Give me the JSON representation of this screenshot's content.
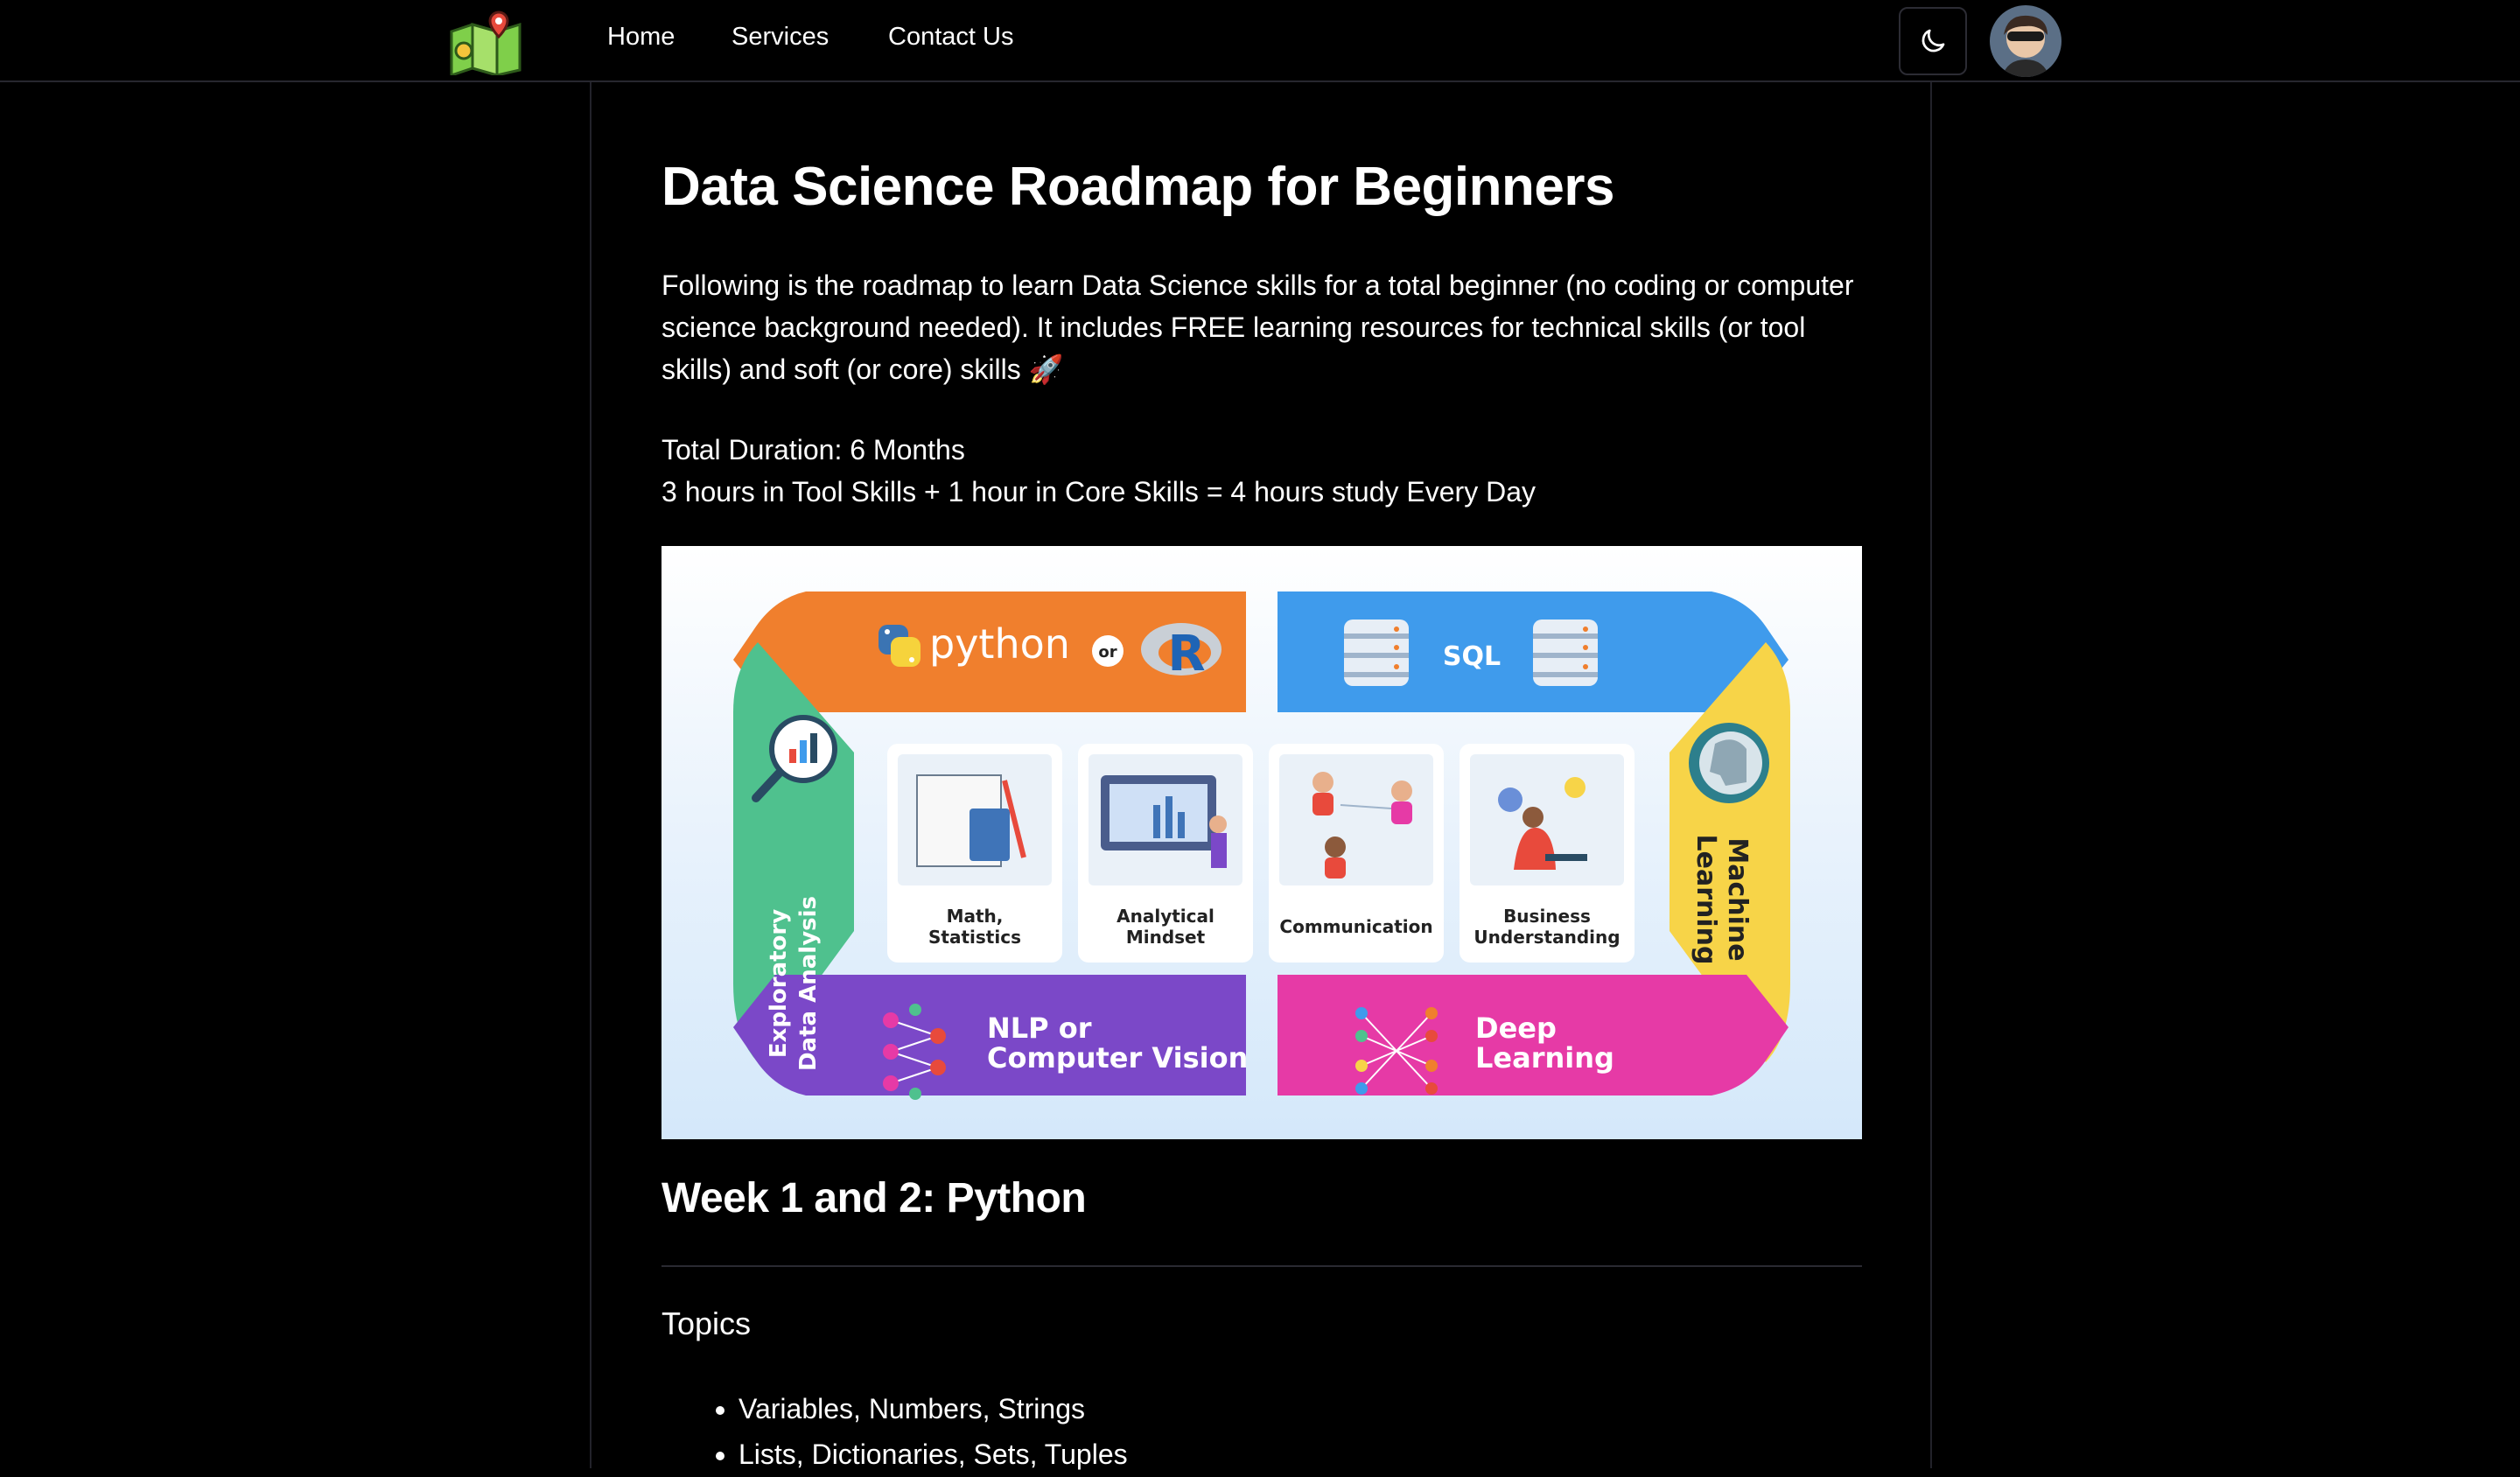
{
  "nav": {
    "links": [
      "Home",
      "Services",
      "Contact Us"
    ]
  },
  "icons": {
    "logo": "map-pin-logo",
    "theme": "moon-icon",
    "avatar": "user-avatar"
  },
  "article": {
    "title": "Data Science Roadmap for Beginners",
    "intro": "Following is the roadmap to learn Data Science skills for a total beginner (no coding or computer science background needed). It includes FREE learning resources for technical skills (or tool skills) and soft (or core) skills 🚀",
    "duration_line1": "Total Duration: 6 Months",
    "duration_line2": "3 hours in Tool Skills + 1 hour in Core Skills = 4 hours study Every Day",
    "section_title": "Week 1 and 2: Python",
    "topics_label": "Topics",
    "topics": [
      "Variables, Numbers, Strings",
      "Lists, Dictionaries, Sets, Tuples"
    ]
  },
  "figure": {
    "python": "python",
    "or": "or",
    "r": "R",
    "sql": "SQL",
    "left_line1": "Exploratory",
    "left_line2": "Data Analysis",
    "right_line1": "Machine",
    "right_line2": "Learning",
    "card1_l1": "Math,",
    "card1_l2": "Statistics",
    "card2_l1": "Analytical",
    "card2_l2": "Mindset",
    "card3": "Communication",
    "card4_l1": "Business",
    "card4_l2": "Understanding",
    "nlp_l1": "NLP or",
    "nlp_l2": "Computer Vision",
    "dl_l1": "Deep",
    "dl_l2": "Learning",
    "colors": {
      "python": "#f07f2d",
      "sql": "#3f9bec",
      "eda": "#4fc18e",
      "ml": "#f7d448",
      "nlp": "#7b48c8",
      "dl": "#e63aa6"
    }
  }
}
